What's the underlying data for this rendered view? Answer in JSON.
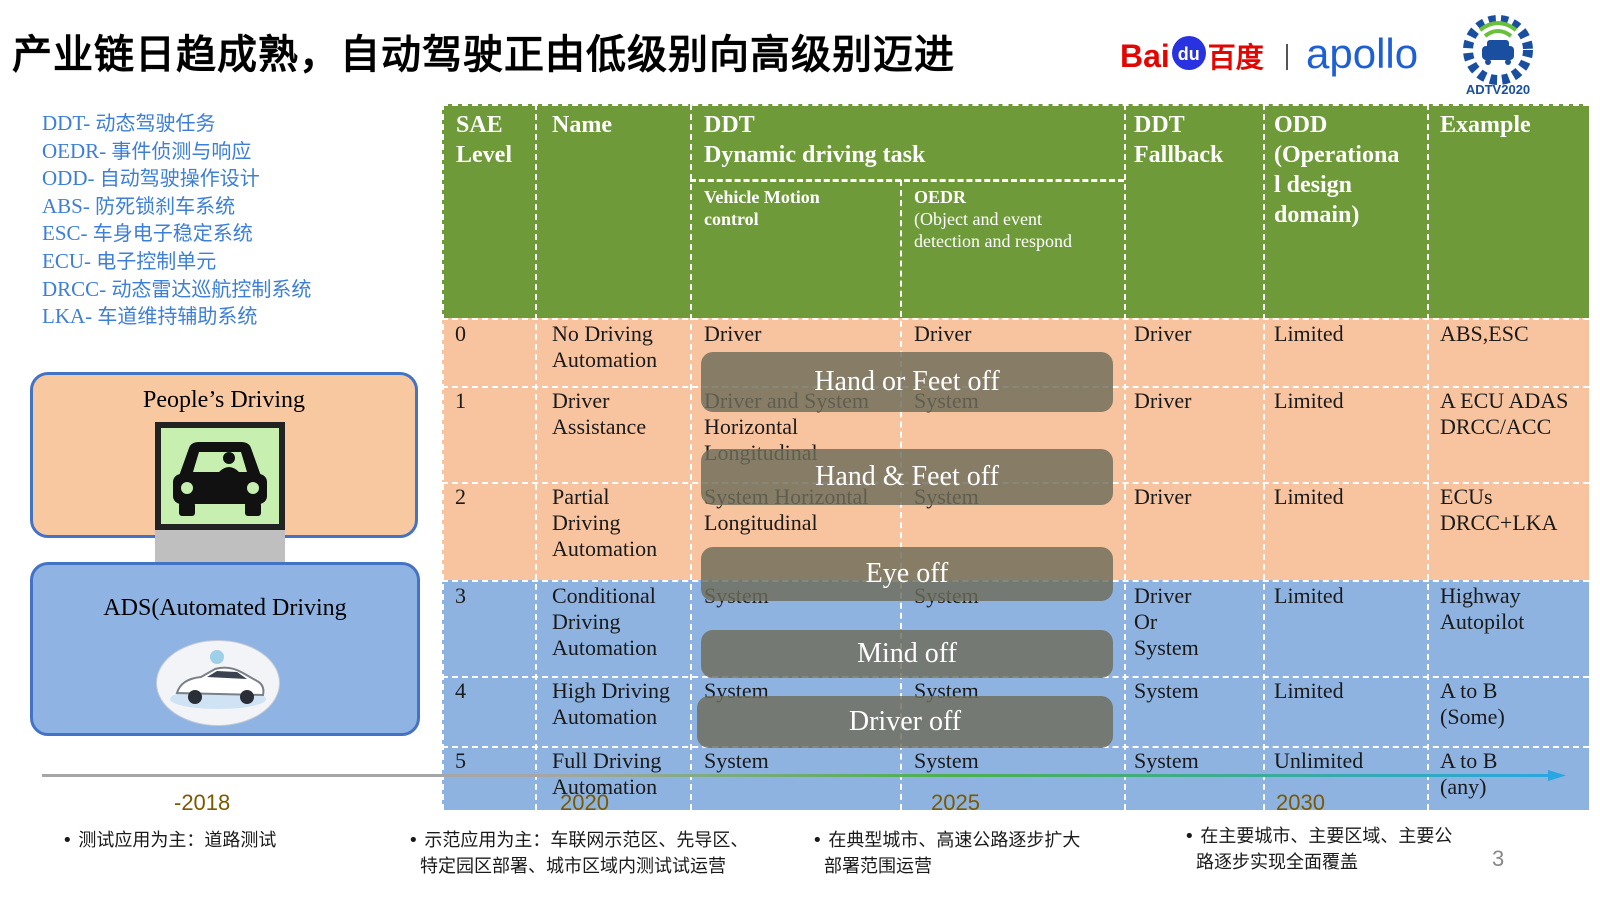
{
  "title": "产业链日趋成熟，自动驾驶正由低级别向高级别迈进",
  "logos": {
    "baidu_latin": "Bai",
    "baidu_paw": "du",
    "baidu_cn": "百度",
    "apollo": "apollo",
    "adtv": "ADTV2020"
  },
  "glossary": [
    {
      "abbr": "DDT-",
      "zh": "动态驾驶任务"
    },
    {
      "abbr": "OEDR-",
      "zh": "事件侦测与响应"
    },
    {
      "abbr": "ODD-",
      "zh": "自动驾驶操作设计"
    },
    {
      "abbr": "ABS-",
      "zh": "防死锁刹车系统"
    },
    {
      "abbr": "ESC-",
      "zh": "车身电子稳定系统"
    },
    {
      "abbr": "ECU-",
      "zh": "电子控制单元"
    },
    {
      "abbr": "DRCC-",
      "zh": "动态雷达巡航控制系统"
    },
    {
      "abbr": "LKA-",
      "zh": "车道维持辅助系统"
    }
  ],
  "left_boxes": {
    "people": "People’s Driving",
    "ads": "ADS(Automated Driving"
  },
  "table": {
    "headers": {
      "sae": [
        "SAE",
        "Level"
      ],
      "name": "Name",
      "ddt": [
        "DDT",
        "Dynamic driving task"
      ],
      "fallback": [
        "DDT",
        "Fallback"
      ],
      "odd": [
        "ODD",
        "(Operationa",
        "l design",
        "domain)"
      ],
      "example": "Example",
      "vmc": [
        "Vehicle Motion",
        "control"
      ],
      "oedr": "OEDR",
      "oedr_sub": [
        "(Object and event",
        "detection and respond"
      ]
    },
    "rows": [
      {
        "level": "0",
        "name": [
          "No Driving",
          "Automation"
        ],
        "vmc": [
          "Driver"
        ],
        "oedr": [
          "Driver"
        ],
        "fallback": [
          "Driver"
        ],
        "odd": "Limited",
        "example": [
          "ABS,ESC"
        ]
      },
      {
        "level": "1",
        "name": [
          "Driver",
          "Assistance"
        ],
        "vmc": [
          "Driver and System",
          "Horizontal",
          "Longitudinal"
        ],
        "oedr": [
          "System"
        ],
        "fallback": [
          "Driver"
        ],
        "odd": "Limited",
        "example": [
          "A ECU ADAS",
          "DRCC/ACC"
        ]
      },
      {
        "level": "2",
        "name": [
          "Partial",
          "Driving",
          "Automation"
        ],
        "vmc": [
          "System Horizontal",
          "Longitudinal"
        ],
        "oedr": [
          "System"
        ],
        "fallback": [
          "Driver"
        ],
        "odd": "Limited",
        "example": [
          "ECUs",
          "DRCC+LKA"
        ]
      },
      {
        "level": "3",
        "name": [
          "Conditional",
          "Driving",
          "Automation"
        ],
        "vmc": [
          "System"
        ],
        "oedr": [
          "System"
        ],
        "fallback": [
          "Driver",
          "Or",
          "System"
        ],
        "odd": "Limited",
        "example": [
          "Highway",
          "Autopilot"
        ]
      },
      {
        "level": "4",
        "name": [
          "High Driving",
          "Automation"
        ],
        "vmc": [
          "System"
        ],
        "oedr": [
          "System"
        ],
        "fallback": [
          "System"
        ],
        "odd": "Limited",
        "example": [
          "A to B",
          "(Some)"
        ]
      },
      {
        "level": "5",
        "name": [
          "Full Driving",
          "Automation"
        ],
        "vmc": [
          "System"
        ],
        "oedr": [
          "System"
        ],
        "fallback": [
          "System"
        ],
        "odd": "Unlimited",
        "example": [
          "A to B",
          "(any)"
        ]
      }
    ],
    "overlays": [
      "Hand or Feet off",
      "Hand & Feet off",
      "Eye off",
      "Mind off",
      "Driver off"
    ]
  },
  "timeline": {
    "years": [
      "-2018",
      "2020",
      "2025",
      "2030"
    ],
    "notes": [
      [
        "测试应用为主：道路测试"
      ],
      [
        "示范应用为主：车联网示范区、先导区、",
        "特定园区部署、城市区域内测试试运营"
      ],
      [
        "在典型城市、高速公路逐步扩大",
        "部署范围运营"
      ],
      [
        "在主要城市、主要区域、主要公",
        "路逐步实现全面覆盖"
      ]
    ]
  },
  "page_number": "3",
  "colors": {
    "header_green": "#6e9a3a",
    "orange_band": "#f8c4a0",
    "blue_band": "#8fb3e1",
    "glossary_blue": "#3d7fd6",
    "overlay": "#6e6e5a"
  }
}
